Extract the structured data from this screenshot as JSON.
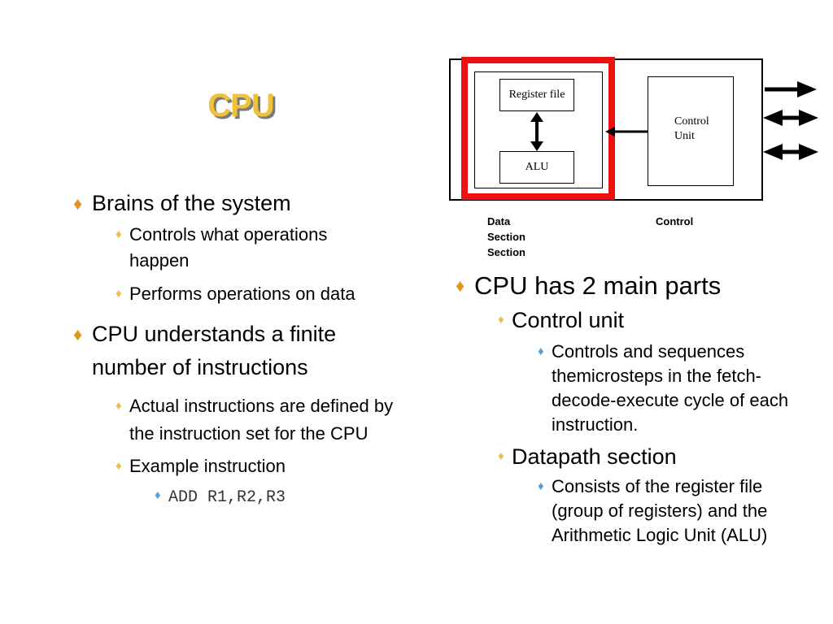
{
  "slide": {
    "title": "CPU",
    "left_bullets": [
      {
        "text": "Brains of the system",
        "level": 1
      },
      {
        "text": "Controls  what operations happen",
        "level": 2
      },
      {
        "text": "Performs operations on data",
        "level": 2
      },
      {
        "text": "CPU understands a finite number of instructions",
        "level": 1
      },
      {
        "text": "Actual instructions are defined by the instruction set for the CPU",
        "level": 2
      },
      {
        "text": "Example instruction",
        "level": 2
      },
      {
        "text": "ADD R1,R2,R3",
        "level": 3
      }
    ],
    "right_bullets": [
      {
        "text": "CPU has 2 main parts",
        "level": 1
      },
      {
        "text": "Control unit",
        "level": 2
      },
      {
        "text": "Controls and sequences themicrosteps in the fetch-decode-execute cycle of each instruction.",
        "level": 3
      },
      {
        "text": "Datapath section",
        "level": 2
      },
      {
        "text": "Consists of the register file (group of registers) and the Arithmetic Logic Unit (ALU)",
        "level": 3
      }
    ]
  },
  "diagram": {
    "register_file": "Register file",
    "alu": "ALU",
    "control_unit_line1": "Control",
    "control_unit_line2": "Unit",
    "caption_data_line1": "Data Section",
    "caption_data_line2": "Section",
    "caption_control": "Control",
    "colors": {
      "highlight": "#ee1111",
      "outline": "#000000"
    }
  }
}
